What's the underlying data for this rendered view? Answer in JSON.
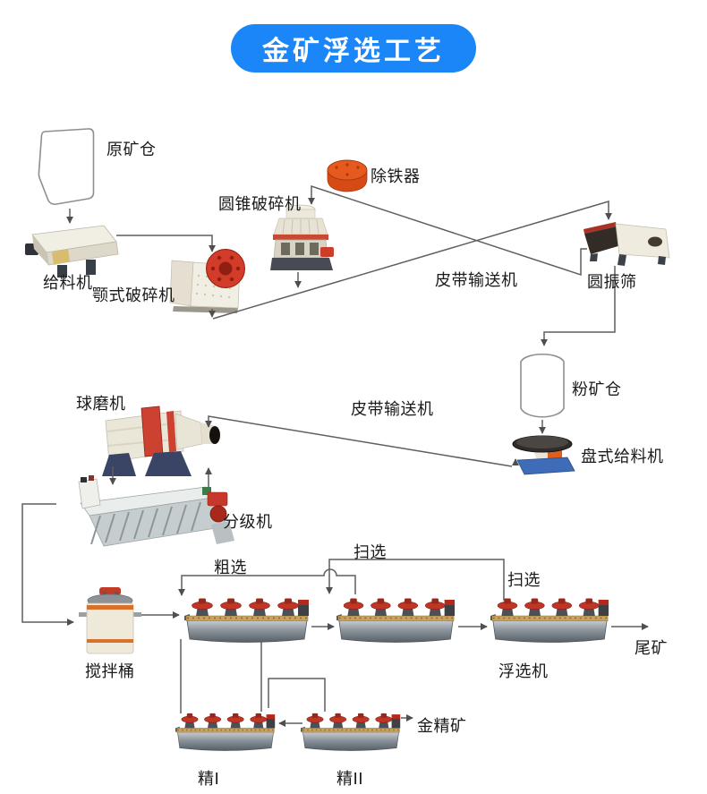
{
  "title": "金矿浮选工艺",
  "colors": {
    "title_bg": "#1a86f8",
    "title_text": "#ffffff",
    "flow_line": "#5f5f5f",
    "arrow": "#4f4f4f",
    "label_text": "#1a1a1a",
    "iron_remover_orange": "#e65a1e",
    "flywheel_red": "#d23c28",
    "base_blue": "#3e6cb8"
  },
  "labels": {
    "raw_ore_bin": "原矿仓",
    "feeder": "给料机",
    "jaw_crusher": "颚式破碎机",
    "cone_crusher": "圆锥破碎机",
    "iron_remover": "除铁器",
    "belt_conveyor_top": "皮带输送机",
    "vibrating_screen": "圆振筛",
    "powder_bin": "粉矿仓",
    "disc_feeder": "盘式给料机",
    "ball_mill": "球磨机",
    "belt_conveyor_mid": "皮带输送机",
    "classifier": "分级机",
    "rougher": "粗选",
    "scavenger_top": "扫选",
    "scavenger_right": "扫选",
    "mixing_barrel": "搅拌桶",
    "flotation_machine": "浮选机",
    "tailings": "尾矿",
    "gold_concentrate": "金精矿",
    "cleaner_1": "精I",
    "cleaner_2": "精II"
  }
}
